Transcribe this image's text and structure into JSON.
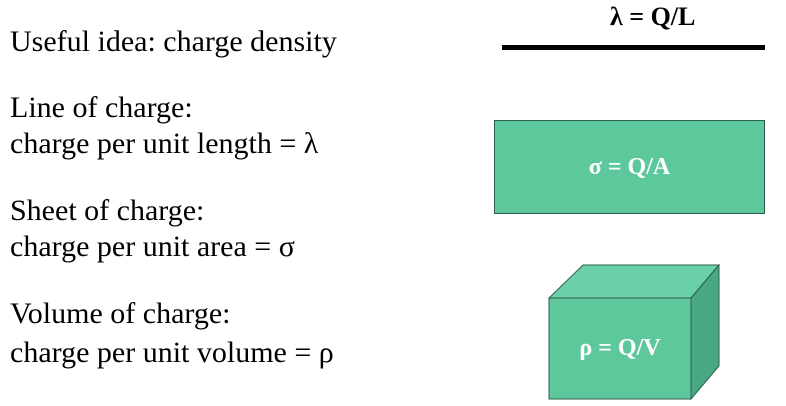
{
  "lines": {
    "useful_idea": "Useful idea: charge density",
    "line_heading": "Line of charge:",
    "line_desc": "charge per unit length  = λ",
    "sheet_heading": "Sheet of charge:",
    "sheet_desc": "charge per unit area = σ",
    "volume_heading": "Volume of charge:",
    "volume_desc": "charge per unit volume =  ρ"
  },
  "formulas": {
    "line": "λ = Q/L",
    "sheet": "σ = Q/A",
    "volume": "ρ = Q/V"
  },
  "colors": {
    "box_front": "#5ec89d",
    "box_top": "#6ad0a8",
    "box_side": "#47a882",
    "box_edge": "#2e5e4e",
    "label": "#ffffff",
    "text": "#000000"
  }
}
